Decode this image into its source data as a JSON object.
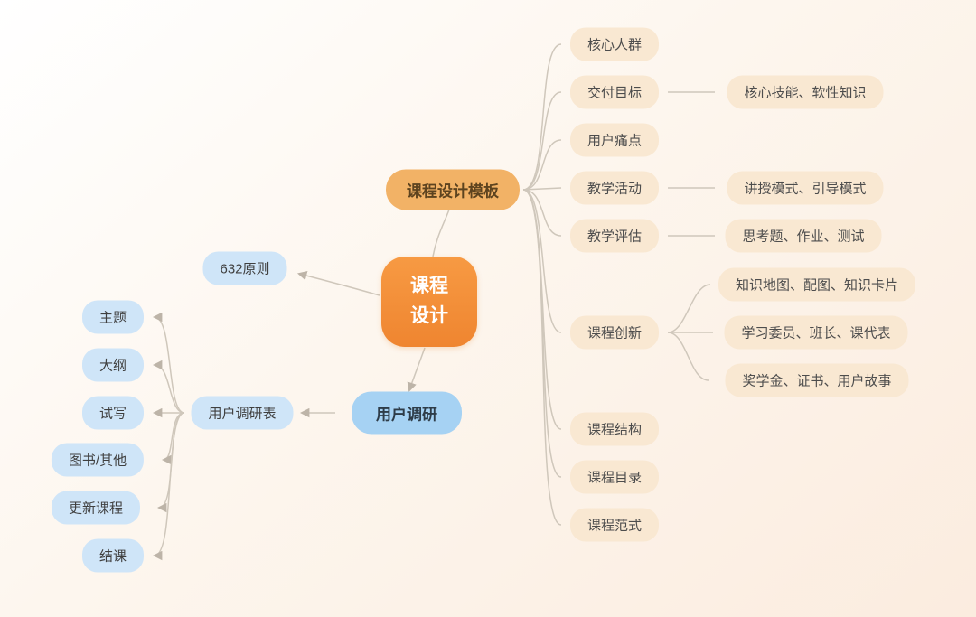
{
  "colors": {
    "background_top": "#ffffff",
    "background_bottom": "#fbecdf",
    "root_orange": "#f28b35",
    "template_tan": "#f2b266",
    "leaf_peach": "#f9e8d2",
    "leaf_blue": "#cfe5f8",
    "research_blue": "#a6d2f3",
    "connector_line": "#cfc7bb"
  },
  "root": {
    "line1": "课程",
    "line2": "设计"
  },
  "template": {
    "label": "课程设计模板",
    "children": [
      {
        "label": "核心人群",
        "children": []
      },
      {
        "label": "交付目标",
        "children": [
          {
            "label": "核心技能、软性知识"
          }
        ]
      },
      {
        "label": "用户痛点",
        "children": []
      },
      {
        "label": "教学活动",
        "children": [
          {
            "label": "讲授模式、引导模式"
          }
        ]
      },
      {
        "label": "教学评估",
        "children": [
          {
            "label": "思考题、作业、测试"
          }
        ]
      },
      {
        "label": "课程创新",
        "children": [
          {
            "label": "知识地图、配图、知识卡片"
          },
          {
            "label": "学习委员、班长、课代表"
          },
          {
            "label": "奖学金、证书、用户故事"
          }
        ]
      },
      {
        "label": "课程结构",
        "children": []
      },
      {
        "label": "课程目录",
        "children": []
      },
      {
        "label": "课程范式",
        "children": []
      }
    ]
  },
  "principle": {
    "label": "632原则"
  },
  "research": {
    "label": "用户调研",
    "form": {
      "label": "用户调研表",
      "children": [
        {
          "label": "主题"
        },
        {
          "label": "大纲"
        },
        {
          "label": "试写"
        },
        {
          "label": "图书/其他"
        },
        {
          "label": "更新课程"
        },
        {
          "label": "结课"
        }
      ]
    }
  }
}
